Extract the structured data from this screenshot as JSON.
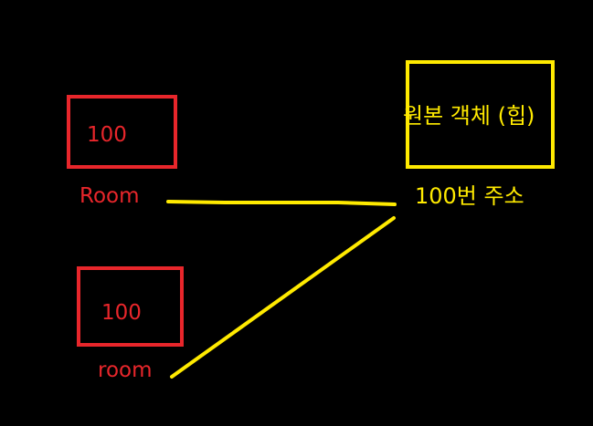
{
  "colors": {
    "background": "#000000",
    "variable": "#e8262b",
    "heap": "#ffea00"
  },
  "variables": [
    {
      "value": "100",
      "name": "Room"
    },
    {
      "value": "100",
      "name": "room"
    }
  ],
  "heap_object": {
    "label": "원본 객체 (힙)",
    "address": "100번 주소"
  }
}
